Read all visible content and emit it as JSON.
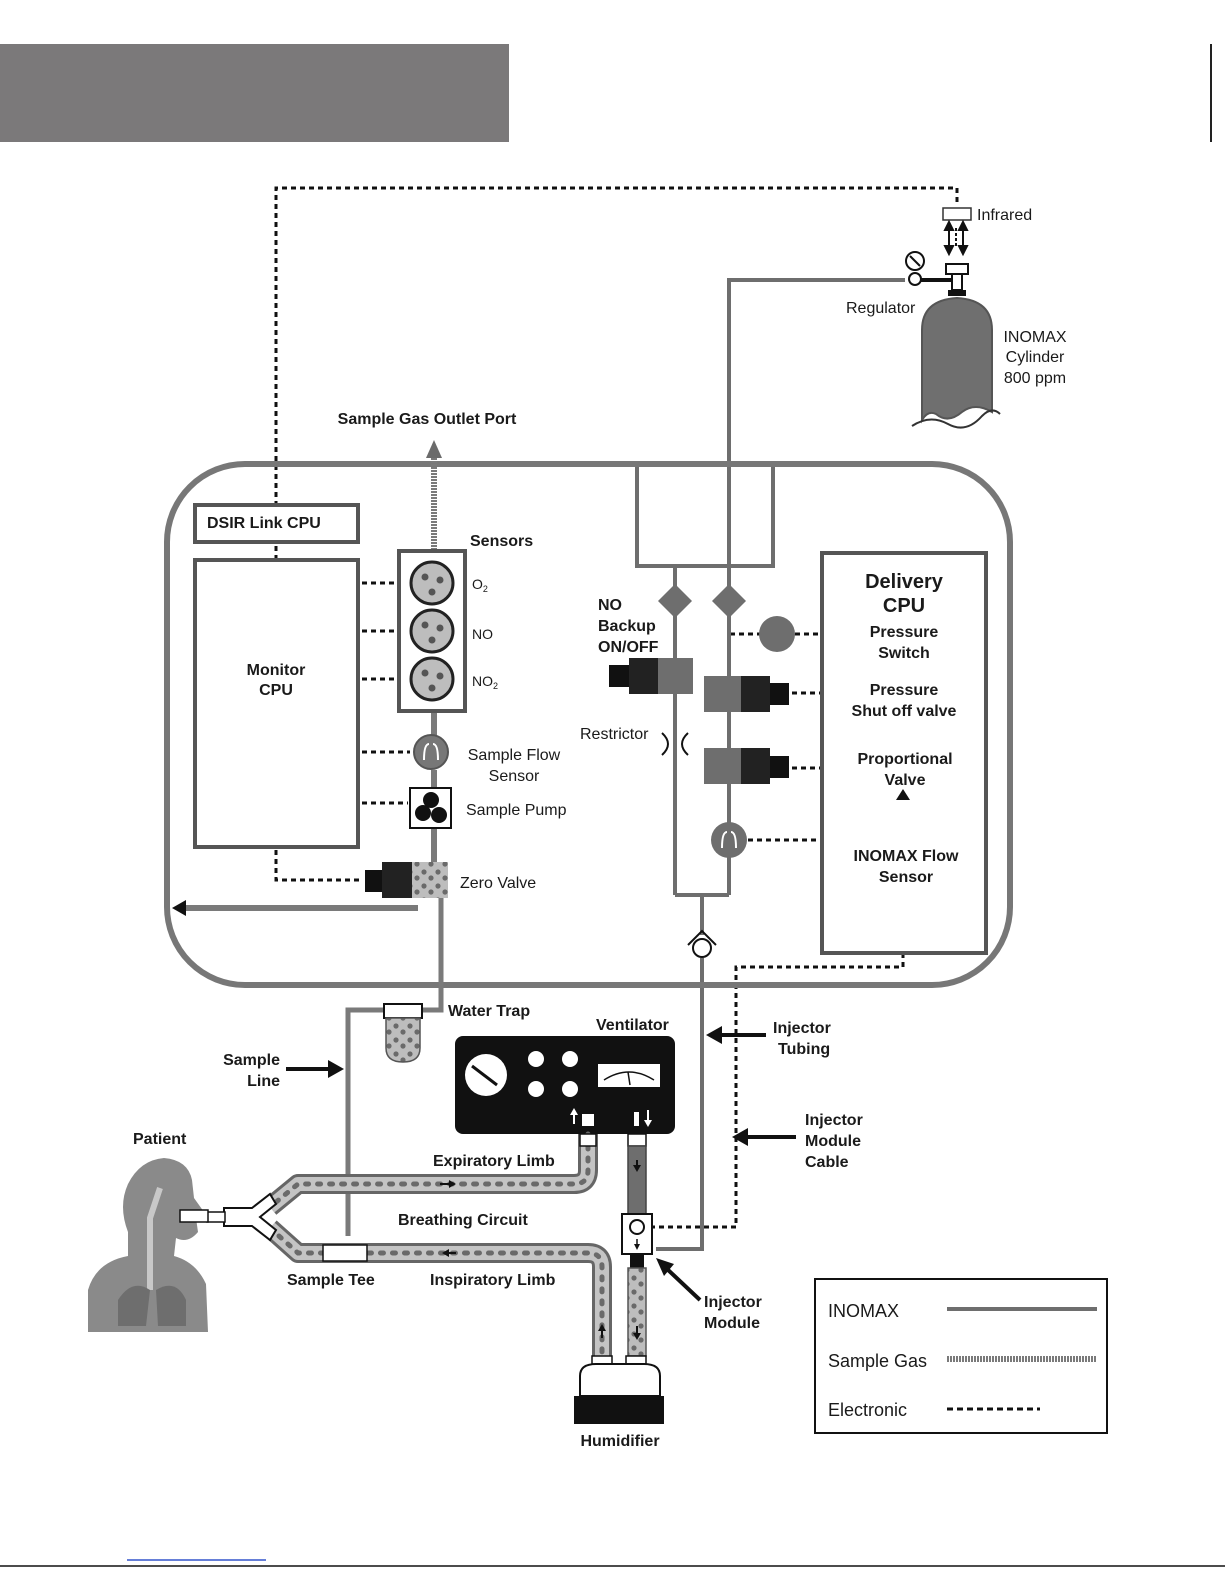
{
  "header_bar": {
    "color": "#7b797a"
  },
  "colors": {
    "inomax": "#6e6e6e",
    "sample_gas": "#7a7a7a",
    "electronic": "#111111",
    "ventilator": "#111111",
    "cylinder": "#6f6f6f",
    "patient": "#8a8a8a"
  },
  "labels": {
    "infrared": "Infrared",
    "regulator": "Regulator",
    "cylinder_line1": "INOMAX",
    "cylinder_line2": "Cylinder",
    "cylinder_line3": "800 ppm",
    "sample_gas_outlet_port": "Sample Gas Outlet Port",
    "dsir_link_cpu": "DSIR Link CPU",
    "monitor_cpu_line1": "Monitor",
    "monitor_cpu_line2": "CPU",
    "sensors": "Sensors",
    "o2": "O",
    "o2_sub": "2",
    "no": "NO",
    "no2": "NO",
    "no2_sub": "2",
    "sample_flow_sensor_line1": "Sample Flow",
    "sample_flow_sensor_line2": "Sensor",
    "sample_pump": "Sample Pump",
    "zero_valve": "Zero Valve",
    "no_backup_line1": "NO",
    "no_backup_line2": "Backup",
    "no_backup_line3": "ON/OFF",
    "restrictor": "Restrictor",
    "delivery_cpu_line1": "Delivery",
    "delivery_cpu_line2": "CPU",
    "pressure_switch_line1": "Pressure",
    "pressure_switch_line2": "Switch",
    "pressure_shutoff_line1": "Pressure",
    "pressure_shutoff_line2": "Shut off valve",
    "proportional_valve_line1": "Proportional",
    "proportional_valve_line2": "Valve",
    "inomax_flow_sensor_line1": "INOMAX Flow",
    "inomax_flow_sensor_line2": "Sensor",
    "water_trap": "Water Trap",
    "ventilator": "Ventilator",
    "injector_tubing_line1": "Injector",
    "injector_tubing_line2": "Tubing",
    "sample_line_line1": "Sample",
    "sample_line_line2": "Line",
    "patient": "Patient",
    "expiratory_limb": "Expiratory Limb",
    "breathing_circuit": "Breathing Circuit",
    "sample_tee": "Sample Tee",
    "inspiratory_limb": "Inspiratory Limb",
    "injector_module_cable_line1": "Injector",
    "injector_module_cable_line2": "Module",
    "injector_module_cable_line3": "Cable",
    "injector_module_line1": "Injector",
    "injector_module_line2": "Module",
    "humidifier": "Humidifier"
  },
  "legend": {
    "items": [
      {
        "label": "INOMAX",
        "style": "inomax"
      },
      {
        "label": "Sample Gas",
        "style": "sample_gas"
      },
      {
        "label": "Electronic",
        "style": "electronic"
      }
    ]
  }
}
